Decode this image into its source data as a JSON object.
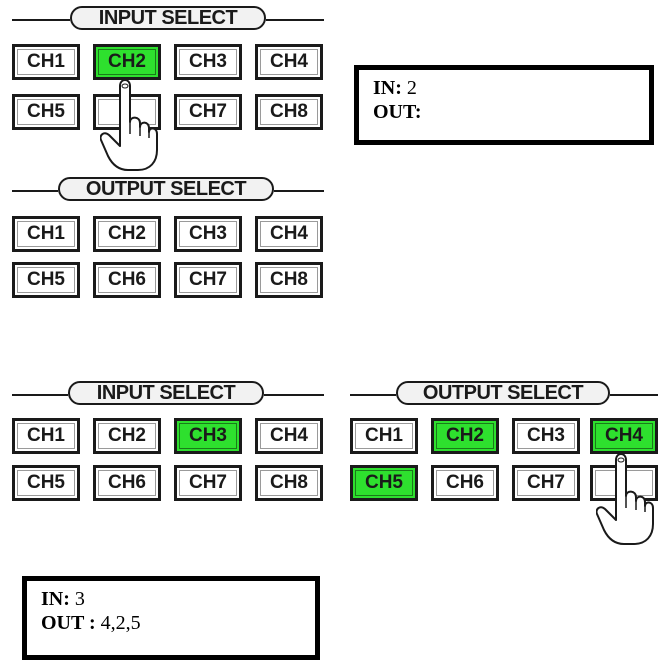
{
  "panel_a": {
    "input_select": {
      "title": "INPUT SELECT",
      "buttons": [
        {
          "label": "CH1",
          "state": "normal"
        },
        {
          "label": "CH2",
          "state": "selected"
        },
        {
          "label": "CH3",
          "state": "normal"
        },
        {
          "label": "CH4",
          "state": "normal"
        },
        {
          "label": "CH5",
          "state": "normal"
        },
        {
          "label": "",
          "state": "pressed"
        },
        {
          "label": "CH7",
          "state": "normal"
        },
        {
          "label": "CH8",
          "state": "normal"
        }
      ]
    },
    "output_select": {
      "title": "OUTPUT SELECT",
      "buttons": [
        {
          "label": "CH1",
          "state": "normal"
        },
        {
          "label": "CH2",
          "state": "normal"
        },
        {
          "label": "CH3",
          "state": "normal"
        },
        {
          "label": "CH4",
          "state": "normal"
        },
        {
          "label": "CH5",
          "state": "normal"
        },
        {
          "label": "CH6",
          "state": "normal"
        },
        {
          "label": "CH7",
          "state": "normal"
        },
        {
          "label": "CH8",
          "state": "normal"
        }
      ]
    },
    "display": {
      "in_label": "IN:",
      "in_value": "2",
      "out_label": "OUT:",
      "out_value": ""
    }
  },
  "panel_b": {
    "input_select": {
      "title": "INPUT SELECT",
      "buttons": [
        {
          "label": "CH1",
          "state": "normal"
        },
        {
          "label": "CH2",
          "state": "normal"
        },
        {
          "label": "CH3",
          "state": "selected"
        },
        {
          "label": "CH4",
          "state": "normal"
        },
        {
          "label": "CH5",
          "state": "normal"
        },
        {
          "label": "CH6",
          "state": "normal"
        },
        {
          "label": "CH7",
          "state": "normal"
        },
        {
          "label": "CH8",
          "state": "normal"
        }
      ]
    },
    "output_select": {
      "title": "OUTPUT SELECT",
      "buttons": [
        {
          "label": "CH1",
          "state": "normal"
        },
        {
          "label": "CH2",
          "state": "selected"
        },
        {
          "label": "CH3",
          "state": "normal"
        },
        {
          "label": "CH4",
          "state": "selected"
        },
        {
          "label": "CH5",
          "state": "selected"
        },
        {
          "label": "CH6",
          "state": "normal"
        },
        {
          "label": "CH7",
          "state": "normal"
        },
        {
          "label": "",
          "state": "pressed"
        }
      ]
    },
    "display": {
      "in_label": "IN:",
      "in_value": "3",
      "out_label": "OUT :",
      "out_value": "4,2,5"
    }
  },
  "icons": [
    "pointing-hand-icon"
  ],
  "colors": {
    "selected": "#2ee02e",
    "border": "#1a1a1a"
  }
}
